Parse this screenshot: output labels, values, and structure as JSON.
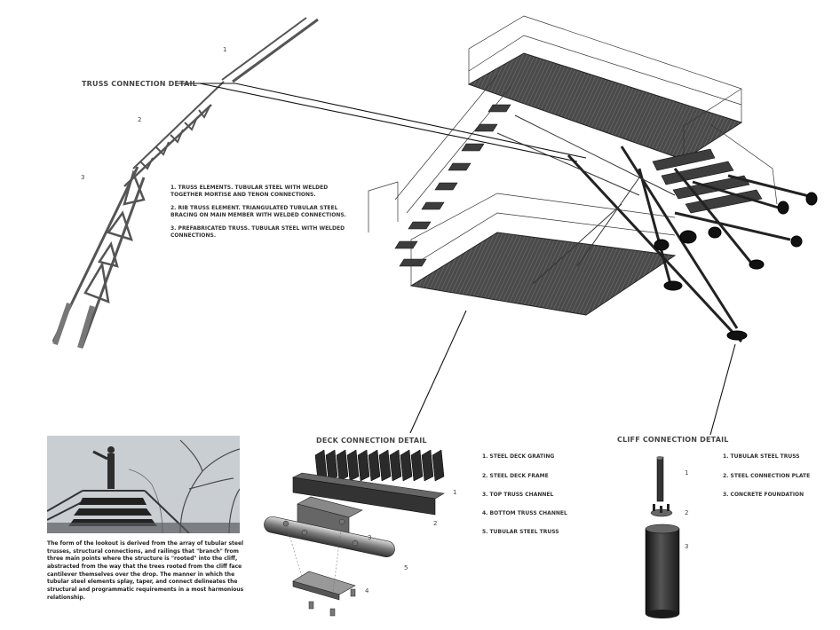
{
  "truss_section": {
    "heading": "TRUSS CONNECTION DETAIL",
    "numbers": [
      "1",
      "2",
      "3"
    ],
    "notes": [
      "1. TRUSS ELEMENTS. TUBULAR STEEL WITH WELDED TOGETHER MORTISE AND TENON CONNECTIONS.",
      "2. RIB TRUSS ELEMENT. TRIANGULATED TUBULAR STEEL BRACING ON MAIN MEMBER WITH WELDED CONNECTIONS.",
      "3. PREFABRICATED TRUSS. TUBULAR STEEL WITH WELDED CONNECTIONS."
    ]
  },
  "deck_section": {
    "heading": "DECK CONNECTION DETAIL",
    "numbers": [
      "1",
      "2",
      "3",
      "4",
      "5"
    ],
    "items": [
      "1. STEEL DECK GRATING",
      "2. STEEL DECK FRAME",
      "3. TOP TRUSS CHANNEL",
      "4. BOTTOM TRUSS CHANNEL",
      "5. TUBULAR STEEL TRUSS"
    ]
  },
  "cliff_section": {
    "heading": "CLIFF CONNECTION DETAIL",
    "numbers": [
      "1",
      "2",
      "3"
    ],
    "items": [
      "1. TUBULAR STEEL TRUSS",
      "2. STEEL CONNECTION PLATE",
      "3. CONCRETE FOUNDATION"
    ]
  },
  "description": "The form of the lookout is derived from the array of tubular steel trusses, structural connections, and railings that \"branch\" from three main points where the structure is \"rooted\" into the cliff, abstracted from the way that the trees rooted from the cliff face cantilever themselves over the drop. The manner in which the tubular steel elements splay, taper, and connect delineates the structural and programmatic requirements in a most harmonious relationship.",
  "colors": {
    "steel": "#3a3a3a",
    "deck": "#555555",
    "line": "#111111"
  }
}
